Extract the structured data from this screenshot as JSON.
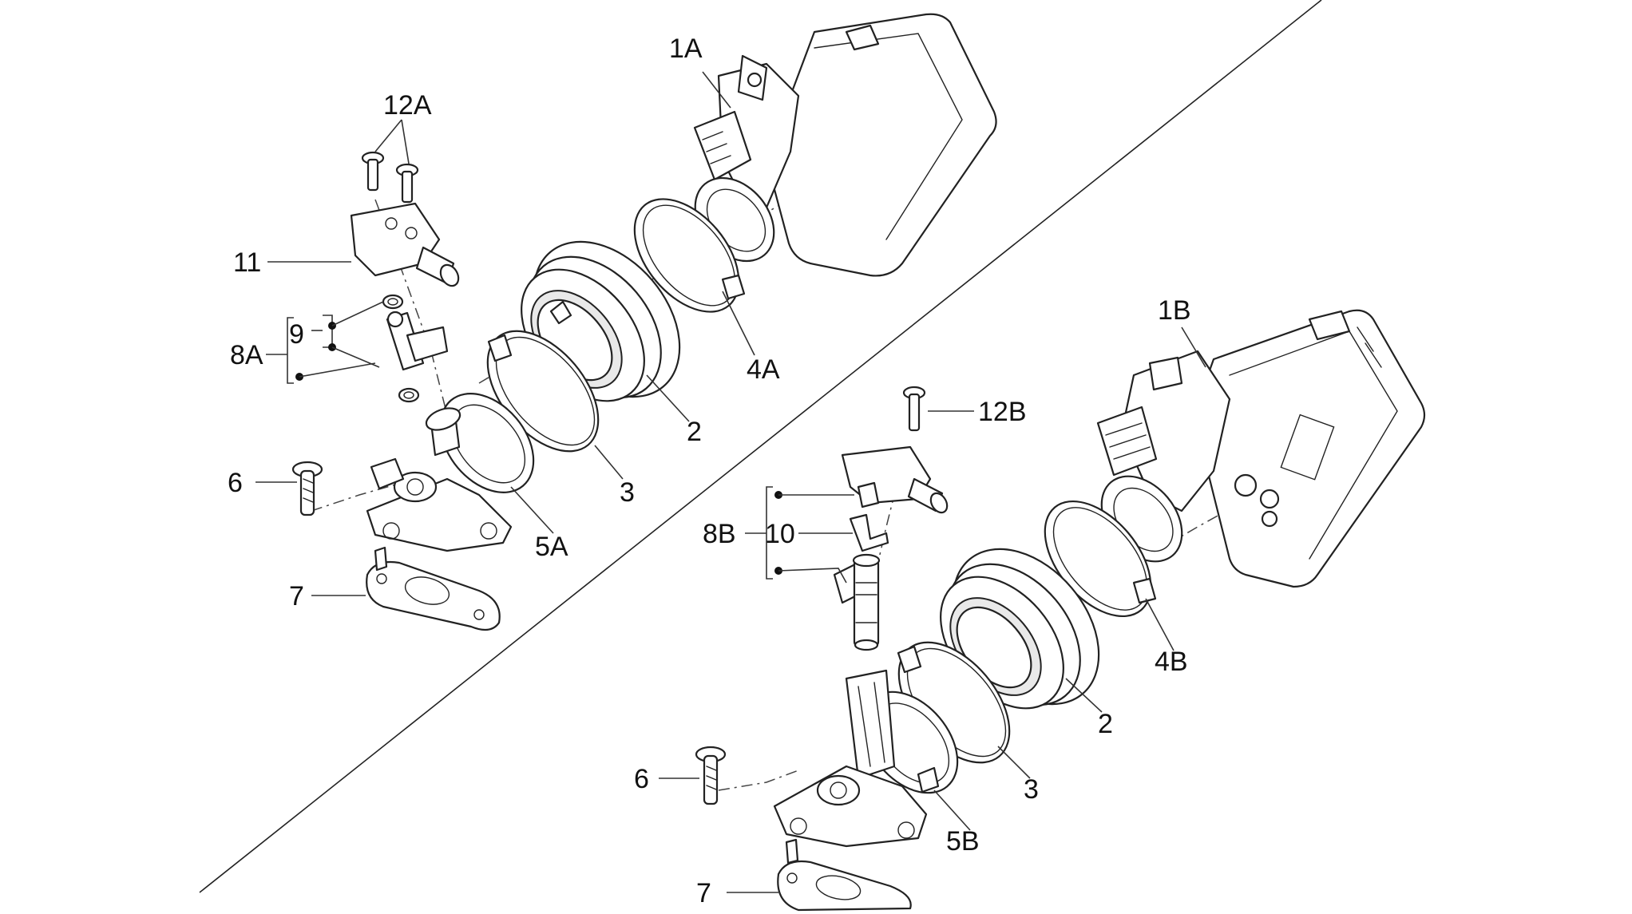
{
  "labels": {
    "top": {
      "body": "1A",
      "clamp_large": "4A",
      "manifold": "2",
      "clamp_small": "3",
      "throttle": "5A",
      "screw": "6",
      "gasket": "7",
      "injector_kit": "8A",
      "oring_kit": "9",
      "fuel_rail": "11",
      "bolts": "12A"
    },
    "bottom": {
      "body": "1B",
      "clamp_large": "4B",
      "manifold": "2",
      "clamp_small": "3",
      "throttle": "5B",
      "screw": "6",
      "gasket": "7",
      "injector_kit": "8B",
      "clip": "10",
      "bolt": "12B"
    }
  }
}
